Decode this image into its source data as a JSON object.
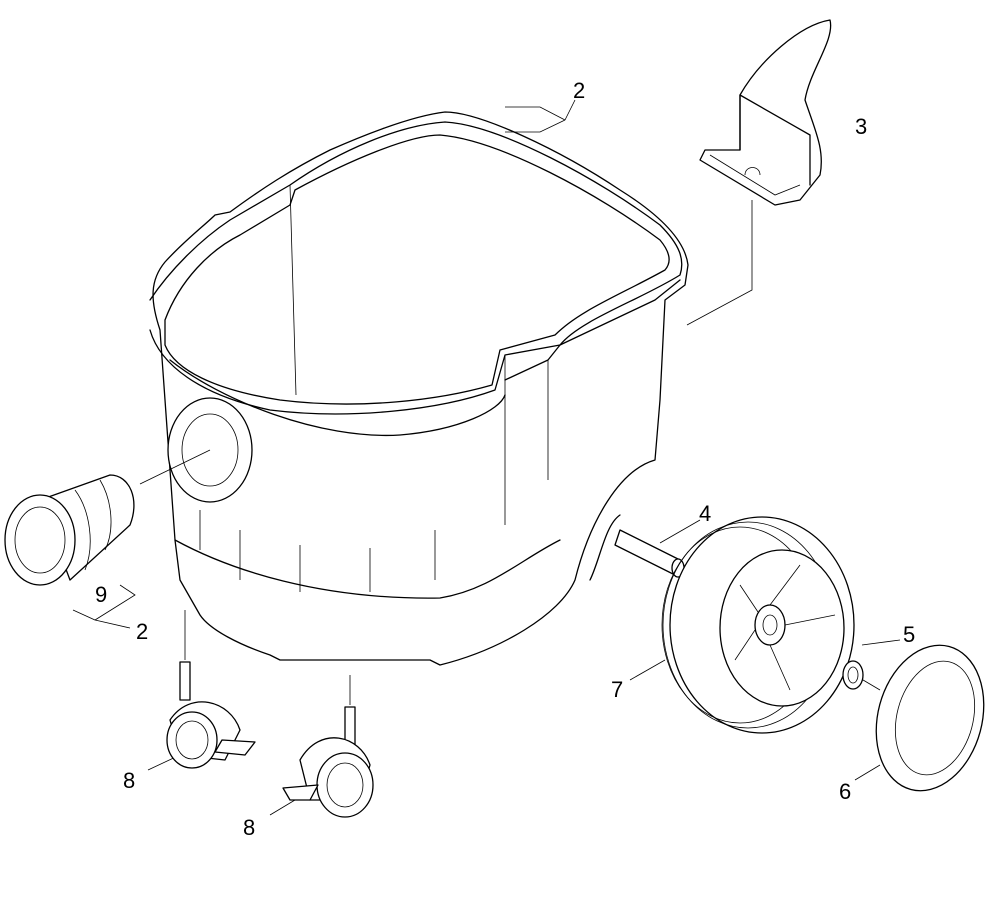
{
  "diagram": {
    "type": "exploded parts drawing",
    "callouts": [
      {
        "id": "c-2a",
        "text": "2"
      },
      {
        "id": "c-3",
        "text": "3"
      },
      {
        "id": "c-9",
        "text": "9"
      },
      {
        "id": "c-2b",
        "text": "2"
      },
      {
        "id": "c-4",
        "text": "4"
      },
      {
        "id": "c-5",
        "text": "5"
      },
      {
        "id": "c-7",
        "text": "7"
      },
      {
        "id": "c-6",
        "text": "6"
      },
      {
        "id": "c-8a",
        "text": "8"
      },
      {
        "id": "c-8b",
        "text": "8"
      }
    ]
  }
}
